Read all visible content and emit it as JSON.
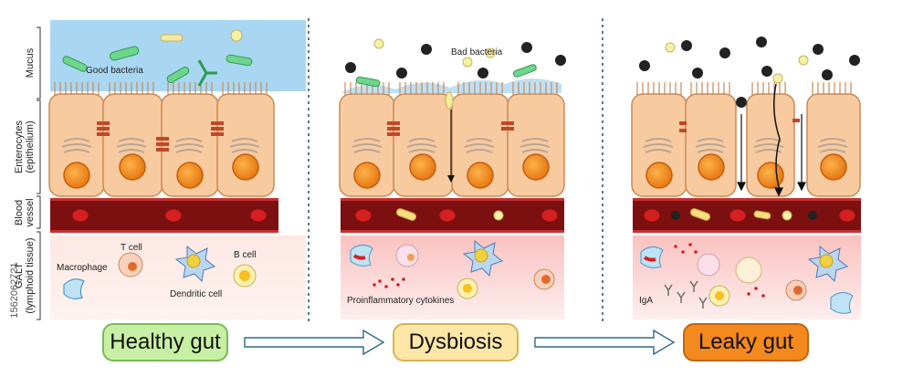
{
  "side_labels": {
    "mucus": "Mucus",
    "enterocytes_1": "Enterocytes",
    "enterocytes_2": "(epithelium)",
    "blood_1": "Blood",
    "blood_2": "vessel",
    "galt_1": "GALT",
    "galt_2": "(lymphoid tissue)"
  },
  "panel_healthy": {
    "good_bacteria": "Good bacteria",
    "macrophage": "Macrophage",
    "t_cell": "T cell",
    "b_cell": "B cell",
    "dendritic_cell": "Dendritic cell"
  },
  "panel_dysbiosis": {
    "bad_bacteria": "Bad bacteria",
    "cytokines": "Proinflammatory cytokines"
  },
  "panel_leaky": {
    "iga": "IgA"
  },
  "stages": {
    "healthy": "Healthy gut",
    "dysbiosis": "Dysbiosis",
    "leaky": "Leaky gut"
  },
  "stock_id": "1562062721",
  "colors": {
    "mucus": "#a9d7f2",
    "cell_fill": "#f8caa0",
    "cell_outline": "#c98a56",
    "nucleus": "#f58e1e",
    "vessel": "#7c1010",
    "rbc": "#d42020",
    "good_bacteria": "#5fcf80",
    "bad_bacteria": "#222222",
    "stage_healthy": "#c8f0a4",
    "stage_dysbiosis": "#fde7a6",
    "stage_leaky": "#f4891e"
  }
}
